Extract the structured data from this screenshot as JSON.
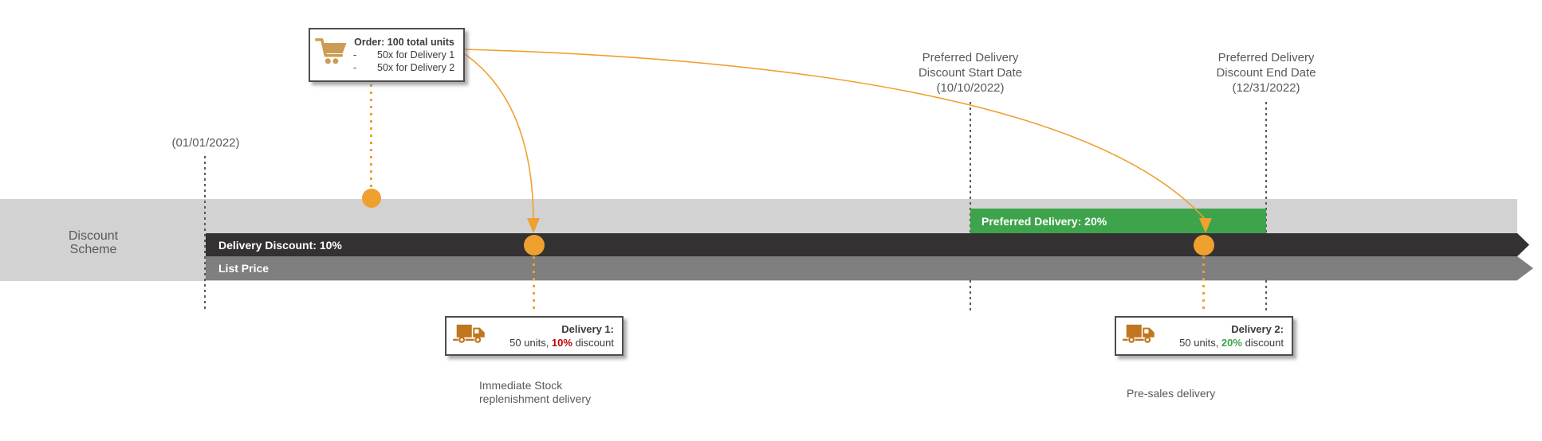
{
  "colors": {
    "accent_orange": "#efa02f",
    "green": "#3ea44b",
    "red": "#c00000",
    "dark_bar": "#343132",
    "gray_bar": "#7f7f7f",
    "band": "#d2d2d2",
    "text_gray": "#595959",
    "cart_icon": "#cc9c55",
    "truck_icon": "#c0761f"
  },
  "order_box": {
    "title": "Order: 100 total units",
    "bullet": "-",
    "items": [
      "50x for Delivery 1",
      "50x for Delivery 2"
    ]
  },
  "dates": {
    "order_date": "(01/01/2022)",
    "start": {
      "line1": "Preferred Delivery",
      "line2": "Discount Start Date",
      "line3": "(10/10/2022)"
    },
    "end": {
      "line1": "Preferred Delivery",
      "line2": "Discount End Date",
      "line3": "(12/31/2022)"
    }
  },
  "scheme": {
    "line1": "Discount",
    "line2": "Scheme"
  },
  "bars": {
    "delivery_discount": "Delivery Discount: 10%",
    "list_price": "List Price",
    "preferred": "Preferred Delivery: 20%"
  },
  "delivery1": {
    "title": "Delivery 1:",
    "pre": "50 units, ",
    "pct": "10%",
    "post": " discount"
  },
  "delivery2": {
    "title": "Delivery 2:",
    "pre": "50 units, ",
    "pct": "20%",
    "post": " discount"
  },
  "captions": {
    "delivery1_line1": "Immediate Stock",
    "delivery1_line2": "replenishment delivery",
    "delivery2": "Pre-sales delivery"
  },
  "icons": {
    "cart": "shopping-cart-icon",
    "truck": "delivery-truck-icon"
  }
}
